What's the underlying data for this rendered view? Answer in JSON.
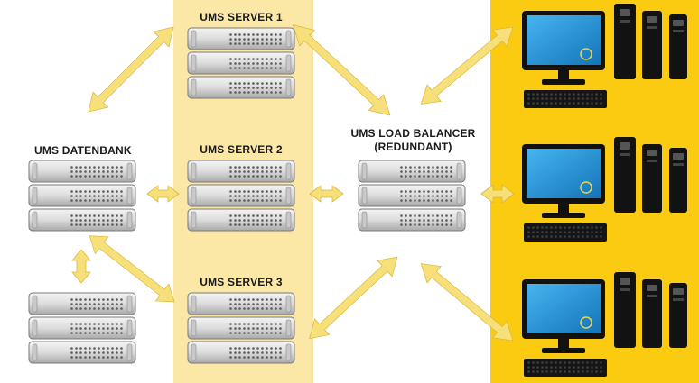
{
  "labels": {
    "database": "UMS DATENBANK",
    "server1": "UMS SERVER 1",
    "server2": "UMS SERVER 2",
    "server3": "UMS SERVER 3",
    "load_balancer_line1": "UMS LOAD BALANCER",
    "load_balancer_line2": "(REDUNDANT)"
  },
  "colors": {
    "server_panel": "#fbe7a6",
    "client_panel": "#fbcb12",
    "arrow": "#f7e07a",
    "monitor_screen": "#1a8fd6"
  },
  "icons": [
    "server-rack-icon",
    "desktop-computer-icon",
    "tower-pc-icon",
    "double-arrow-icon"
  ]
}
